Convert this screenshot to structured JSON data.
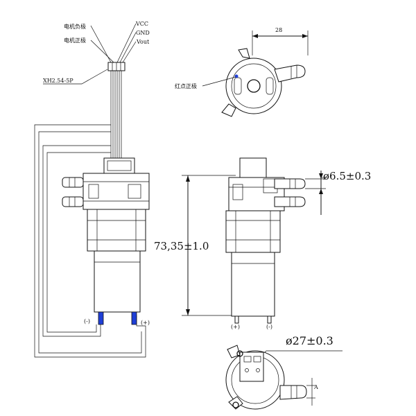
{
  "labels": {
    "motor_negative": "电机负极",
    "motor_positive": "电机正极",
    "vcc": "VCC",
    "gnd": "GND",
    "vout": "Vout",
    "connector": "XH2.54-5P",
    "red_dot_positive": "红点正极",
    "dim_width": "28",
    "dim_diameter_outlet": "ø6.5±0.3",
    "dim_height": "73,35±1.0",
    "dim_diameter_body": "ø27±0.3",
    "mark_a": "A",
    "term_left_neg": "(-)",
    "term_left_pos": "(+)",
    "term_right_pos": "(+)",
    "term_right_neg": "(-)"
  },
  "colors": {
    "line": "#111111",
    "terminal": "#1f3fd6",
    "background": "#ffffff"
  }
}
